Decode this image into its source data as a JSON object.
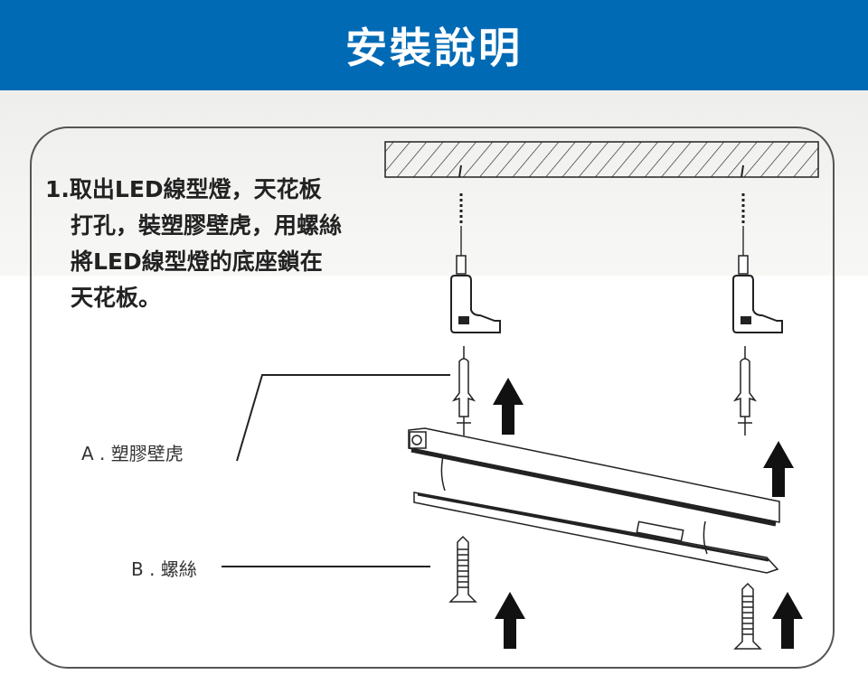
{
  "header": {
    "title": "安裝說明"
  },
  "step1": {
    "lines": [
      "1.取出LED線型燈，天花板",
      "打孔，裝塑膠壁虎，用螺絲",
      "將LED線型燈的底座鎖在",
      "天花板。"
    ]
  },
  "labels": {
    "a": "A . 塑膠壁虎",
    "b": "B . 螺絲"
  },
  "colors": {
    "header": "#016ab5",
    "ink": "#111111"
  }
}
